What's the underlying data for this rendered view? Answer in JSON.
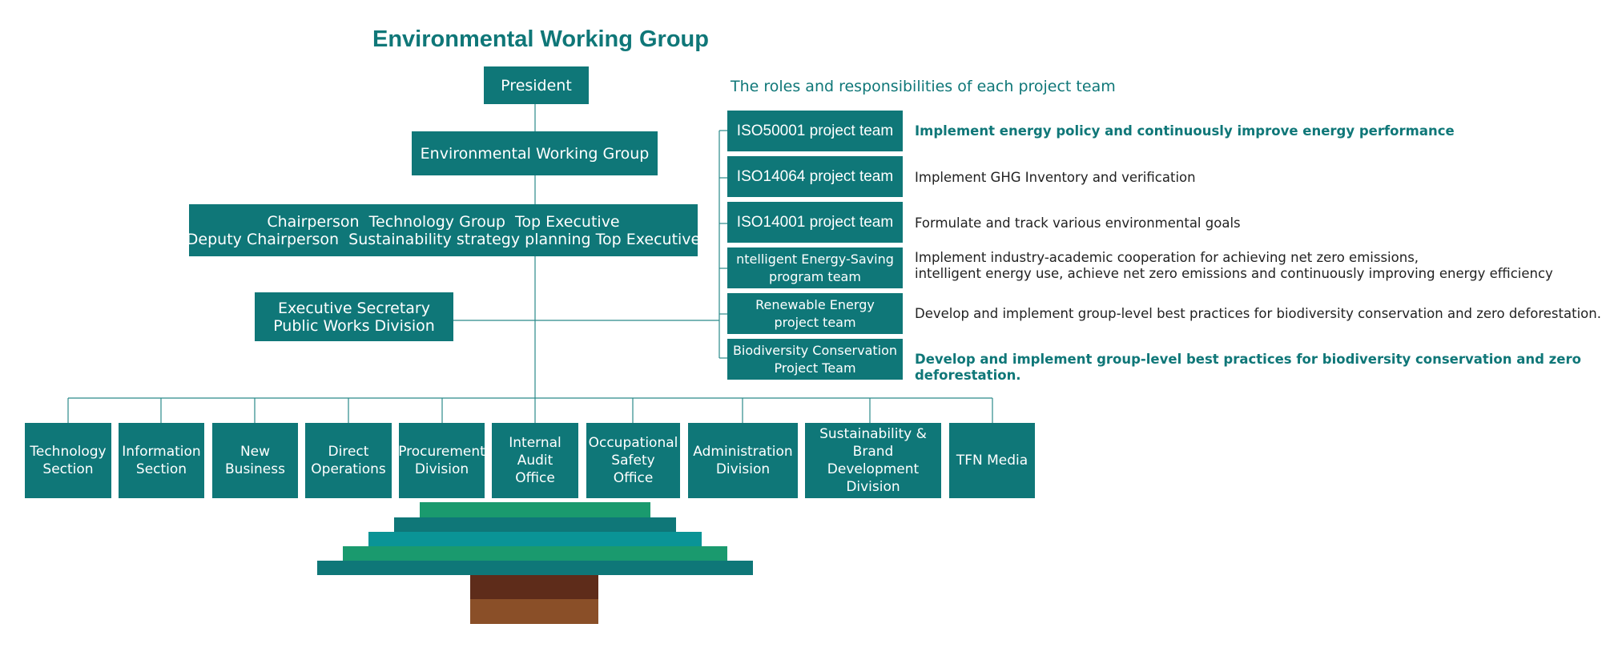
{
  "title": "Environmental Working Group",
  "subtitle": "The roles and responsibilities of each project team",
  "org": {
    "president": "President",
    "working_group": "Environmental Working Group",
    "chair_line1": "Chairperson  Technology Group  Top Executive",
    "chair_line2": "Deputy Chairperson  Sustainability strategy planning Top Executive",
    "secretary_line1": "Executive Secretary",
    "secretary_line2": "Public Works Division"
  },
  "teams": [
    {
      "label": [
        "ISO50001 project team"
      ],
      "description": [
        "Implement energy policy and continuously improve energy performance"
      ]
    },
    {
      "label": [
        "ISO14064 project team"
      ],
      "description": [
        "Implement GHG Inventory and verification"
      ]
    },
    {
      "label": [
        "ISO14001 project team"
      ],
      "description": [
        "Formulate and track various environmental goals"
      ]
    },
    {
      "label": [
        "ntelligent Energy-Saving",
        "program team"
      ],
      "description": [
        "Implement industry-academic cooperation for achieving net zero emissions,",
        "intelligent energy use, achieve net zero emissions and continuously improving energy efficiency"
      ]
    },
    {
      "label": [
        "Renewable Energy",
        "project team"
      ],
      "description": [
        "Develop and implement group-level best practices for biodiversity conservation and zero deforestation."
      ]
    },
    {
      "label": [
        "Biodiversity Conservation",
        "Project Team"
      ],
      "description": [
        "Develop and implement group-level best practices for biodiversity conservation and zero deforestation."
      ]
    }
  ],
  "departments": [
    {
      "label": [
        "Technology",
        "Section"
      ]
    },
    {
      "label": [
        "Information",
        "Section"
      ]
    },
    {
      "label": [
        "New",
        "Business"
      ]
    },
    {
      "label": [
        "Direct",
        "Operations"
      ]
    },
    {
      "label": [
        "Procurement",
        "Division"
      ]
    },
    {
      "label": [
        "Internal",
        "Audit",
        "Office"
      ]
    },
    {
      "label": [
        "Occupational",
        "Safety",
        "Office"
      ]
    },
    {
      "label": [
        "Administration",
        "Division"
      ]
    },
    {
      "label": [
        "Sustainability &",
        "Brand Development",
        "Division"
      ]
    },
    {
      "label": [
        "TFN Media"
      ]
    }
  ],
  "colors": {
    "primary": "#0f7778",
    "tree_green": "#1a9a6e",
    "tree_teal": "#0a9496",
    "trunk_dark": "#5e2c1a",
    "trunk_light": "#8a4f28",
    "line": "#2a8a8a"
  }
}
